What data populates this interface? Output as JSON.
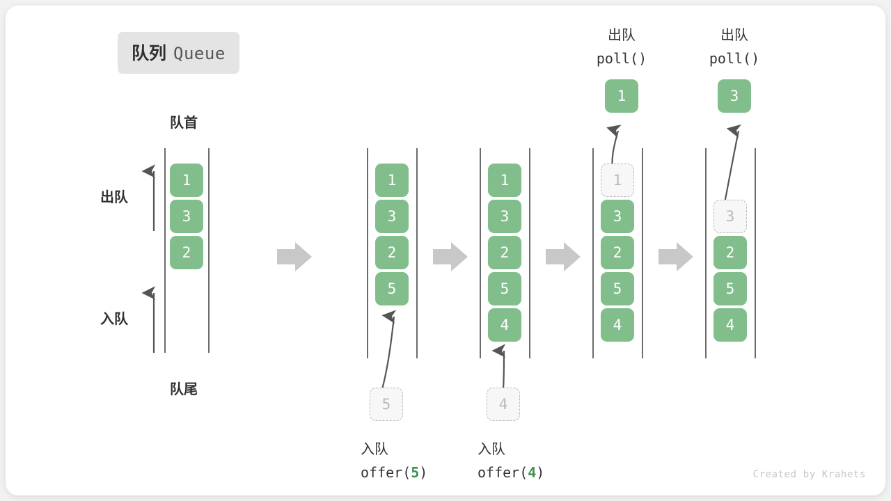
{
  "title": {
    "cn": "队列",
    "en": "Queue"
  },
  "labels": {
    "head": "队首",
    "tail": "队尾",
    "dequeue": "出队",
    "enqueue": "入队"
  },
  "left_axis": {
    "dequeue_arrow": "up-arrow-icon",
    "enqueue_arrow": "up-arrow-icon"
  },
  "transition_arrow": "right-block-arrow-icon",
  "columns": [
    {
      "id": "state-initial",
      "cells": [
        "1",
        "3",
        "2"
      ],
      "ghost_index": -1,
      "top_label": null,
      "popped": null,
      "bottom_ghost": null,
      "bottom_label": null
    },
    {
      "id": "state-after-offer-5",
      "cells": [
        "1",
        "3",
        "2",
        "5"
      ],
      "ghost_index": -1,
      "top_label": null,
      "popped": null,
      "bottom_ghost": "5",
      "bottom_label": {
        "cn": "入队",
        "fn_pre": "offer(",
        "arg": "5",
        "fn_post": ")"
      }
    },
    {
      "id": "state-after-offer-4",
      "cells": [
        "1",
        "3",
        "2",
        "5",
        "4"
      ],
      "ghost_index": -1,
      "top_label": null,
      "popped": null,
      "bottom_ghost": "4",
      "bottom_label": {
        "cn": "入队",
        "fn_pre": "offer(",
        "arg": "4",
        "fn_post": ")"
      }
    },
    {
      "id": "state-poll-1",
      "cells": [
        "1",
        "3",
        "2",
        "5",
        "4"
      ],
      "ghost_index": 0,
      "top_label": {
        "cn": "出队",
        "fn": "poll()"
      },
      "popped": "1",
      "bottom_ghost": null,
      "bottom_label": null
    },
    {
      "id": "state-poll-3",
      "cells": [
        "3",
        "2",
        "5",
        "4"
      ],
      "ghost_index": 0,
      "top_label": {
        "cn": "出队",
        "fn": "poll()"
      },
      "popped": "3",
      "bottom_ghost": null,
      "bottom_label": null
    }
  ],
  "watermark": "Created by Krahets",
  "colors": {
    "cell_green": "#82bd8c",
    "ghost_fill": "#f7f7f7",
    "ghost_border": "#b9b9b9",
    "rail": "#6b6b6b",
    "transition_arrow": "#c8c8c8",
    "badge_bg": "#e4e4e4",
    "accent_number": "#3f9150"
  }
}
